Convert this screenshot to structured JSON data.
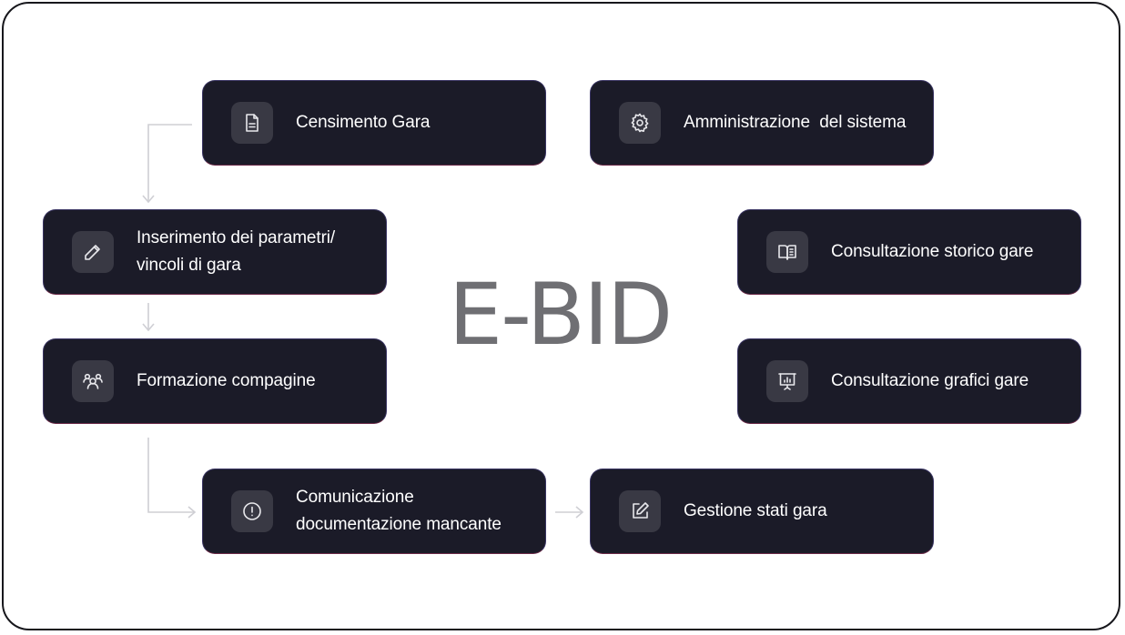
{
  "title": "E-BID",
  "cards": {
    "censimento": {
      "label": "Censimento Gara",
      "icon": "document-icon"
    },
    "amministrazione": {
      "label": "Amministrazione  del sistema",
      "icon": "gear-icon"
    },
    "inserimento": {
      "line1": "Inserimento dei parametri/",
      "line2": "vincoli di gara",
      "icon": "pencil-icon"
    },
    "storico": {
      "label": "Consultazione storico gare",
      "icon": "book-icon"
    },
    "formazione": {
      "label": "Formazione compagine",
      "icon": "group-icon"
    },
    "grafici": {
      "label": "Consultazione grafici gare",
      "icon": "presentation-chart-icon"
    },
    "comunicazione": {
      "line1": "Comunicazione",
      "line2": "documentazione mancante",
      "icon": "alert-circle-icon"
    },
    "gestione": {
      "label": "Gestione stati gara",
      "icon": "edit-square-icon"
    }
  },
  "colors": {
    "card_bg": "#1b1b28",
    "icon_bg": "#393944",
    "title": "#6f6f73",
    "connector": "#cfcfd4"
  }
}
